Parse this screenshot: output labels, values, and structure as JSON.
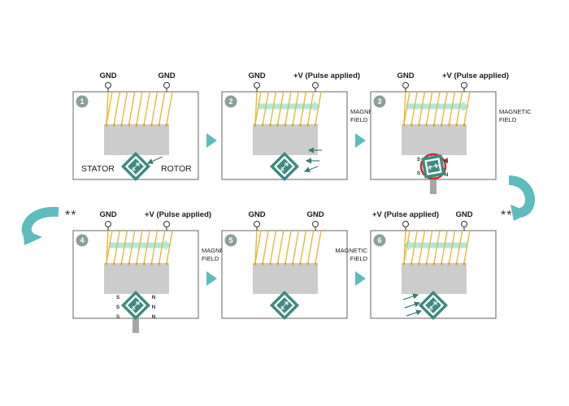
{
  "colors": {
    "box_border": "#666666",
    "stator": "#cccccc",
    "coil": "#e8b83a",
    "field_arrow": "#a8e6d8",
    "teal": "#5fbcbd",
    "rotor_fill": "#3f8a80",
    "shaft": "#a6a6a6",
    "spin_ring": "#c0302e",
    "number_badge": "#8c9f9a"
  },
  "panels": [
    {
      "number": "1",
      "left_terminal": "GND",
      "right_terminal": "GND",
      "field_label": [],
      "side_labels": {
        "stator": "STATOR",
        "rotor": "ROTOR"
      },
      "rotor_N": "N",
      "rotor_S": "S"
    },
    {
      "number": "2",
      "left_terminal": "GND",
      "right_terminal": "+V (Pulse applied)",
      "field_label": [
        "MAGNETIC",
        "FIELD"
      ],
      "rotor_N": "N",
      "rotor_S": "S"
    },
    {
      "number": "3",
      "left_terminal": "GND",
      "right_terminal": "+V (Pulse applied)",
      "field_label": [
        "MAGNETIC",
        "FIELD"
      ],
      "rotor_N": "N",
      "rotor_S": "S",
      "pole_labels": [
        "S",
        "S",
        "N",
        "N"
      ]
    },
    {
      "number": "4",
      "left_terminal": "GND",
      "right_terminal": "+V (Pulse applied)",
      "field_label": [
        "MAGNETIC",
        "FIELD"
      ],
      "rotor_N": "N",
      "rotor_S": "S",
      "pole_labels": [
        "S",
        "S",
        "S",
        "N",
        "N",
        "N"
      ]
    },
    {
      "number": "5",
      "left_terminal": "GND",
      "right_terminal": "GND",
      "field_label": [],
      "rotor_N": "N",
      "rotor_S": "S"
    },
    {
      "number": "6",
      "left_terminal": "+V (Pulse applied)",
      "right_terminal": "GND",
      "field_label": [
        "MAGNETIC",
        "FIELD"
      ],
      "rotor_N": "N",
      "rotor_S": "S"
    }
  ],
  "markers": {
    "left": "**",
    "right": "**"
  }
}
